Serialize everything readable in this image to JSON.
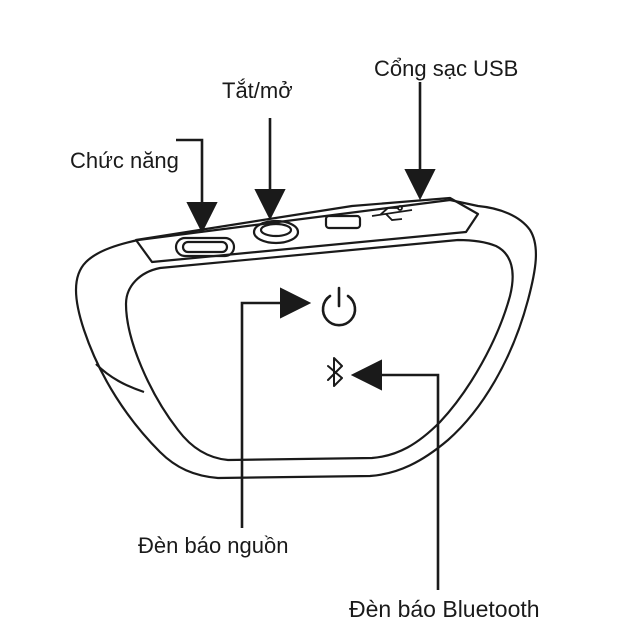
{
  "labels": {
    "usb_port": "Cổng sạc USB",
    "power_switch": "Tắt/mở",
    "function_button": "Chức năng",
    "power_indicator": "Đèn báo nguồn",
    "bluetooth_indicator": "Đèn báo Bluetooth"
  },
  "icons": {
    "power": "power-icon",
    "bluetooth": "bluetooth-icon"
  },
  "colors": {
    "stroke": "#1a1a1a",
    "background": "#ffffff"
  }
}
